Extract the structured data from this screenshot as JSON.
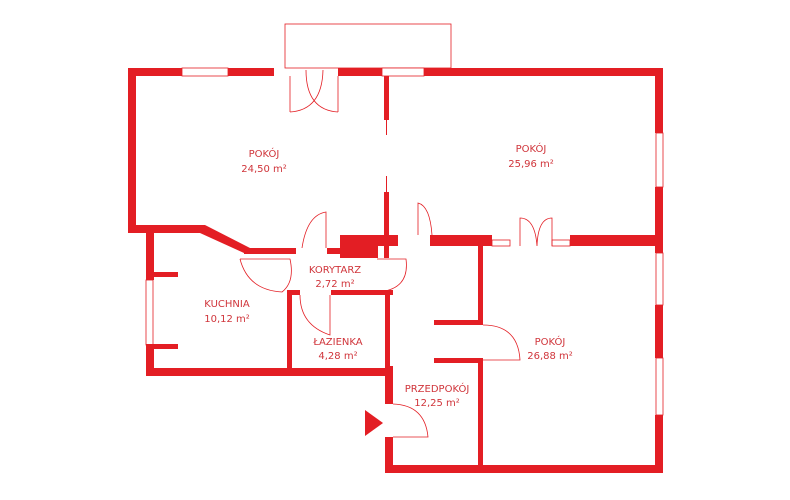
{
  "plan": {
    "wall_color": "#e31e24",
    "rooms": [
      {
        "name": "POKÓJ",
        "area": "24,50 m²"
      },
      {
        "name": "POKÓJ",
        "area": "25,96 m²"
      },
      {
        "name": "KORYTARZ",
        "area": "2,72 m²"
      },
      {
        "name": "KUCHNIA",
        "area": "10,12 m²"
      },
      {
        "name": "ŁAZIENKA",
        "area": "4,28 m²"
      },
      {
        "name": "POKÓJ",
        "area": "26,88 m²"
      },
      {
        "name": "PRZEDPOKÓJ",
        "area": "12,25 m²"
      }
    ],
    "entrance_icon": "entrance-arrow-icon"
  }
}
